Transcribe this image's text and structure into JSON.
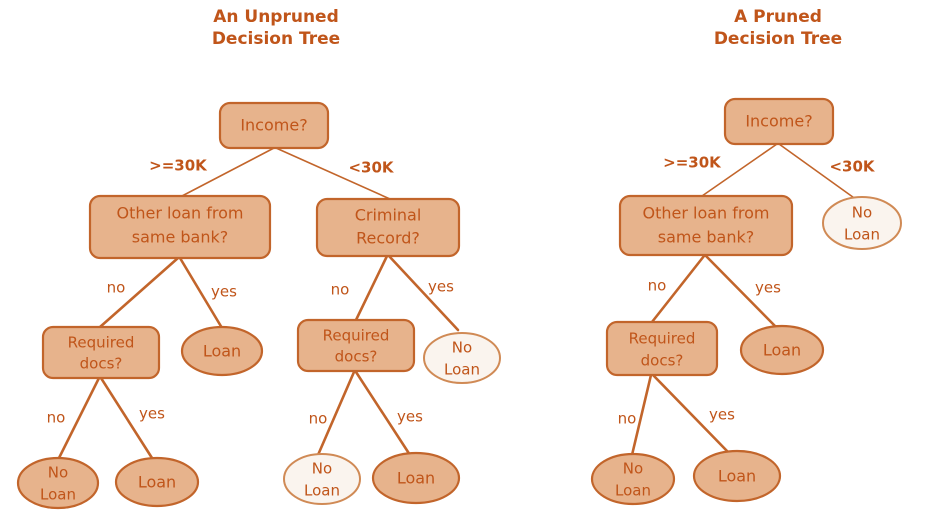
{
  "diagram": {
    "kind": "decision-tree-comparison",
    "background": "#ffffff",
    "colors": {
      "node_fill": "#E7B38C",
      "node_stroke": "#C2652B",
      "pruned_leaf_fill": "#FAF4EE",
      "pruned_leaf_stroke": "#D08A55",
      "text": "#C0551A",
      "title": "#C0551A"
    }
  },
  "left_tree": {
    "title_line1": "An Unpruned",
    "title_line2": "Decision Tree",
    "nodes": {
      "root": "Income?",
      "other_loan_l1": "Other loan from",
      "other_loan_l2": "same bank?",
      "criminal_l1": "Criminal",
      "criminal_l2": "Record?",
      "required_docs_left_l1": "Required",
      "required_docs_left_l2": "docs?",
      "required_docs_right_l1": "Required",
      "required_docs_right_l2": "docs?",
      "leaf_loan_a": "Loan",
      "leaf_noloan_b_l1": "No",
      "leaf_noloan_b_l2": "Loan",
      "leaf_noloan_c_l1": "No",
      "leaf_noloan_c_l2": "Loan",
      "leaf_loan_d": "Loan",
      "leaf_noloan_e_l1": "No",
      "leaf_noloan_e_l2": "Loan",
      "leaf_loan_f": "Loan"
    },
    "edge_labels": {
      "root_left": ">=30K",
      "root_right": "<30K",
      "otherloan_left": "no",
      "otherloan_right": "yes",
      "criminal_left": "no",
      "criminal_right": "yes",
      "docsleft_left": "no",
      "docsleft_right": "yes",
      "docsright_left": "no",
      "docsright_right": "yes"
    }
  },
  "right_tree": {
    "title_line1": "A Pruned",
    "title_line2": "Decision Tree",
    "nodes": {
      "root": "Income?",
      "other_loan_l1": "Other loan from",
      "other_loan_l2": "same bank?",
      "leaf_noloan_top_l1": "No",
      "leaf_noloan_top_l2": "Loan",
      "required_docs_l1": "Required",
      "required_docs_l2": "docs?",
      "leaf_loan_a": "Loan",
      "leaf_noloan_b_l1": "No",
      "leaf_noloan_b_l2": "Loan",
      "leaf_loan_c": "Loan"
    },
    "edge_labels": {
      "root_left": ">=30K",
      "root_right": "<30K",
      "otherloan_left": "no",
      "otherloan_right": "yes",
      "docs_left": "no",
      "docs_right": "yes"
    }
  }
}
